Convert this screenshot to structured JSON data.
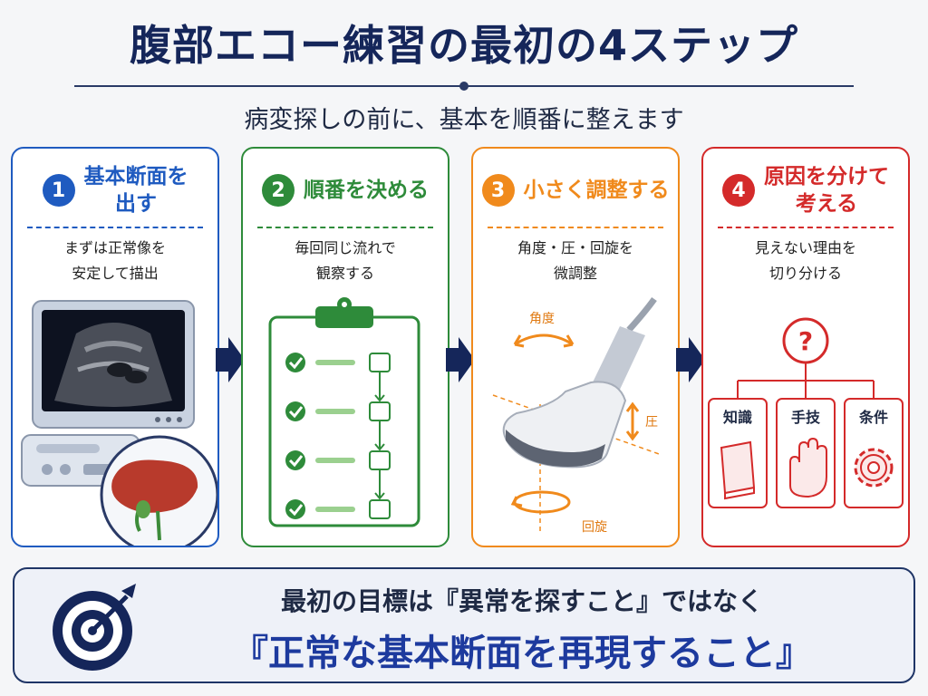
{
  "title": "腹部エコー練習の最初の4ステップ",
  "subtitle": "病変探しの前に、基本を順番に整えます",
  "colors": {
    "navy": "#15265a",
    "blue": "#1f5bc0",
    "green": "#2e8b3a",
    "orange": "#f08a1c",
    "red": "#d42a2a"
  },
  "steps": [
    {
      "num": "1",
      "title": "基本断面を\n出す",
      "desc": "まずは正常像を\n安定して描出"
    },
    {
      "num": "2",
      "title": "順番を決める",
      "desc": "毎回同じ流れで\n観察する"
    },
    {
      "num": "3",
      "title": "小さく調整する",
      "desc": "角度・圧・回旋を\n微調整",
      "labels": {
        "angle": "角度",
        "pressure": "圧",
        "rotation": "回旋"
      }
    },
    {
      "num": "4",
      "title": "原因を分けて\n考える",
      "desc": "見えない理由を\n切り分ける",
      "question": "?",
      "causes": [
        "知識",
        "手技",
        "条件"
      ]
    }
  ],
  "bottom": {
    "line1": "最初の目標は『異常を探すこと』ではなく",
    "line2": "『正常な基本断面を再現すること』"
  }
}
